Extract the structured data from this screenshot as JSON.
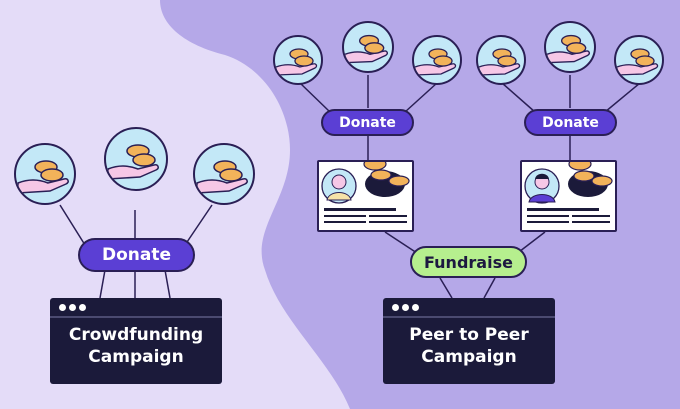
{
  "crowdfunding": {
    "donate_label": "Donate",
    "window_line1": "Crowdfunding",
    "window_line2": "Campaign"
  },
  "peer_to_peer": {
    "donate_left_label": "Donate",
    "donate_right_label": "Donate",
    "fundraise_label": "Fundraise",
    "window_line1": "Peer to Peer",
    "window_line2": "Campaign"
  },
  "colors": {
    "background_light": "#e4dcf8",
    "background_purple": "#b5a8e8",
    "donate_pill": "#5b3fd4",
    "fundraise_pill": "#b6ef8e",
    "window_dark": "#1b1a3a",
    "coin": "#f2b35a",
    "hand_circle": "#c3e8f7"
  },
  "icons": [
    "hand-coins-icon",
    "fundraiser-avatar-icon",
    "browser-dots-icon"
  ]
}
